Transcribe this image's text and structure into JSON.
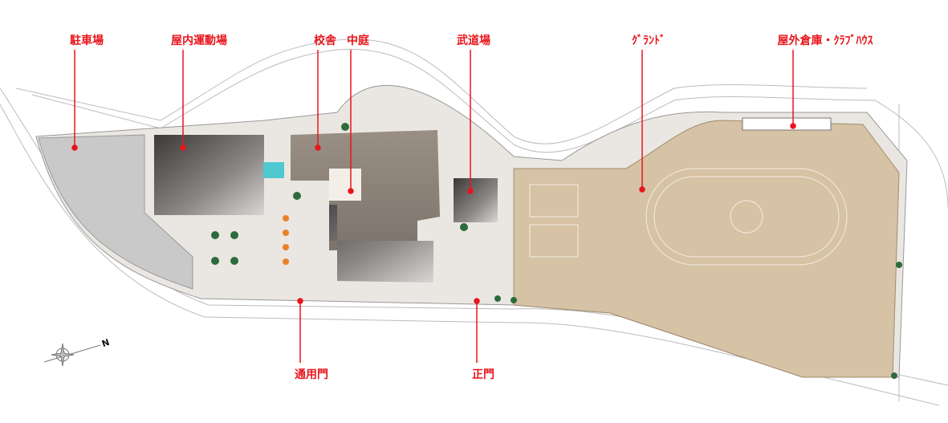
{
  "title": "校地配置図",
  "labels": {
    "parking": "駐車場",
    "gym": "屋内運動場",
    "school_building": "校舎",
    "courtyard": "中庭",
    "budojo": "武道場",
    "ground": "ｸﾞﾗﾝﾄﾞ",
    "storage_clubhouse": "屋外倉庫・ｸﾗﾌﾞﾊｳｽ",
    "service_gate": "通用門",
    "main_gate": "正門"
  },
  "compass": {
    "north_label": "N",
    "icon": "compass-rose-icon"
  },
  "colors": {
    "label": "#e8151b",
    "ground": "#d6c2a4",
    "building": "#6a6560",
    "parking": "#c9c9c9",
    "plaza": "#ece3da"
  }
}
